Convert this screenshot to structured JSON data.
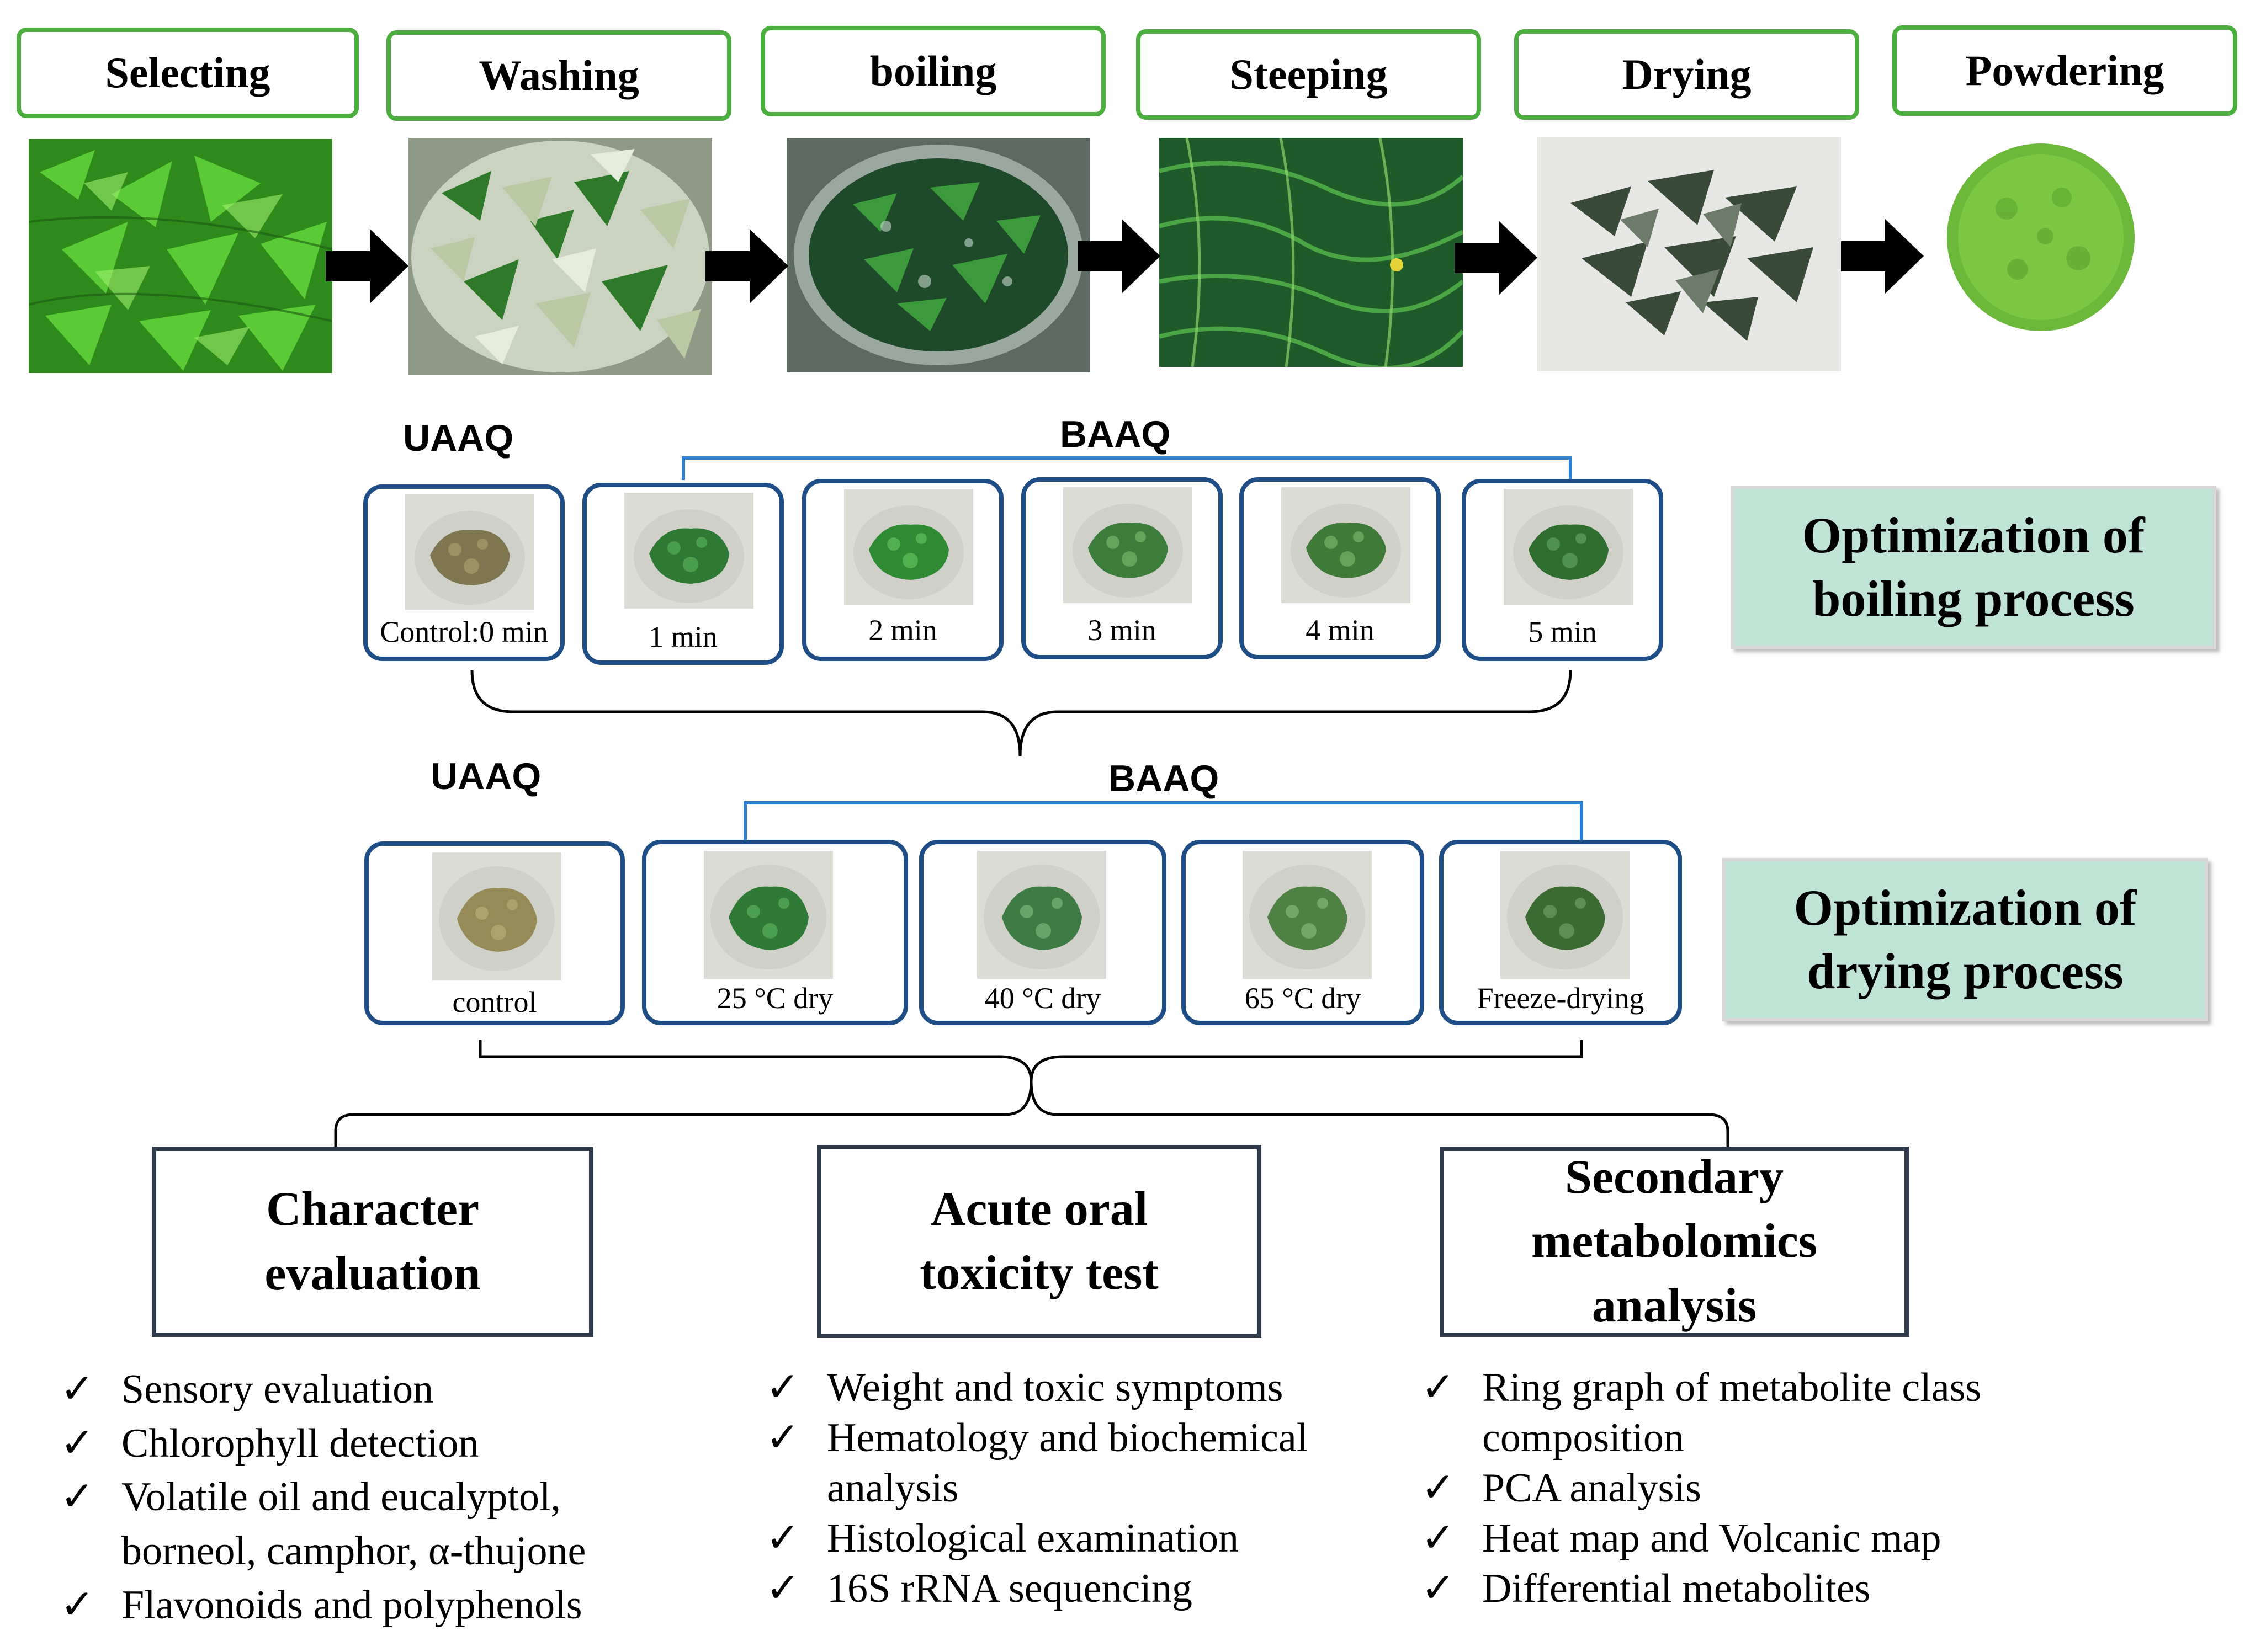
{
  "process_steps": [
    {
      "label": "Selecting"
    },
    {
      "label": "Washing"
    },
    {
      "label": "boiling"
    },
    {
      "label": "Steeping"
    },
    {
      "label": "Drying"
    },
    {
      "label": "Powdering"
    }
  ],
  "boiling_section": {
    "uaaq_label": "UAAQ",
    "baaq_label": "BAAQ",
    "samples": [
      {
        "label": "Control:0  min"
      },
      {
        "label": "1 min"
      },
      {
        "label": "2 min"
      },
      {
        "label": "3 min"
      },
      {
        "label": "4 min"
      },
      {
        "label": "5 min"
      }
    ],
    "optimization_label": "Optimization  of\nboiling process"
  },
  "drying_section": {
    "uaaq_label": "UAAQ",
    "baaq_label": "BAAQ",
    "samples": [
      {
        "label": "control"
      },
      {
        "label": "25 °C dry"
      },
      {
        "label": "40 °C dry"
      },
      {
        "label": "65 °C dry"
      },
      {
        "label": "Freeze-drying"
      }
    ],
    "optimization_label": "Optimization  of\ndrying process"
  },
  "analyses": [
    {
      "title": "Character\nevaluation",
      "items": [
        "Sensory evaluation",
        "Chlorophyll detection",
        "Volatile oil and eucalyptol,\nborneol, camphor, α-thujone",
        "Flavonoids and polyphenols"
      ]
    },
    {
      "title": "Acute oral\ntoxicity test",
      "items": [
        "Weight  and toxic symptoms",
        "Hematology  and biochemical\nanalysis",
        "Histological  examination",
        "16S rRNA sequencing"
      ]
    },
    {
      "title": "Secondary\nmetabolomics\nanalysis",
      "items": [
        "Ring graph of metabolite  class\ncomposition",
        "PCA analysis",
        "Heat map and Volcanic  map",
        "Differential  metabolites"
      ]
    }
  ],
  "check_glyph": "✓",
  "colors": {
    "step_border": "#4cae3f",
    "sample_border": "#1f4e86",
    "bracket_blue": "#2f7fd0",
    "opt_fill": "#bfe4d6",
    "analysis_border": "#2f3b4a"
  }
}
